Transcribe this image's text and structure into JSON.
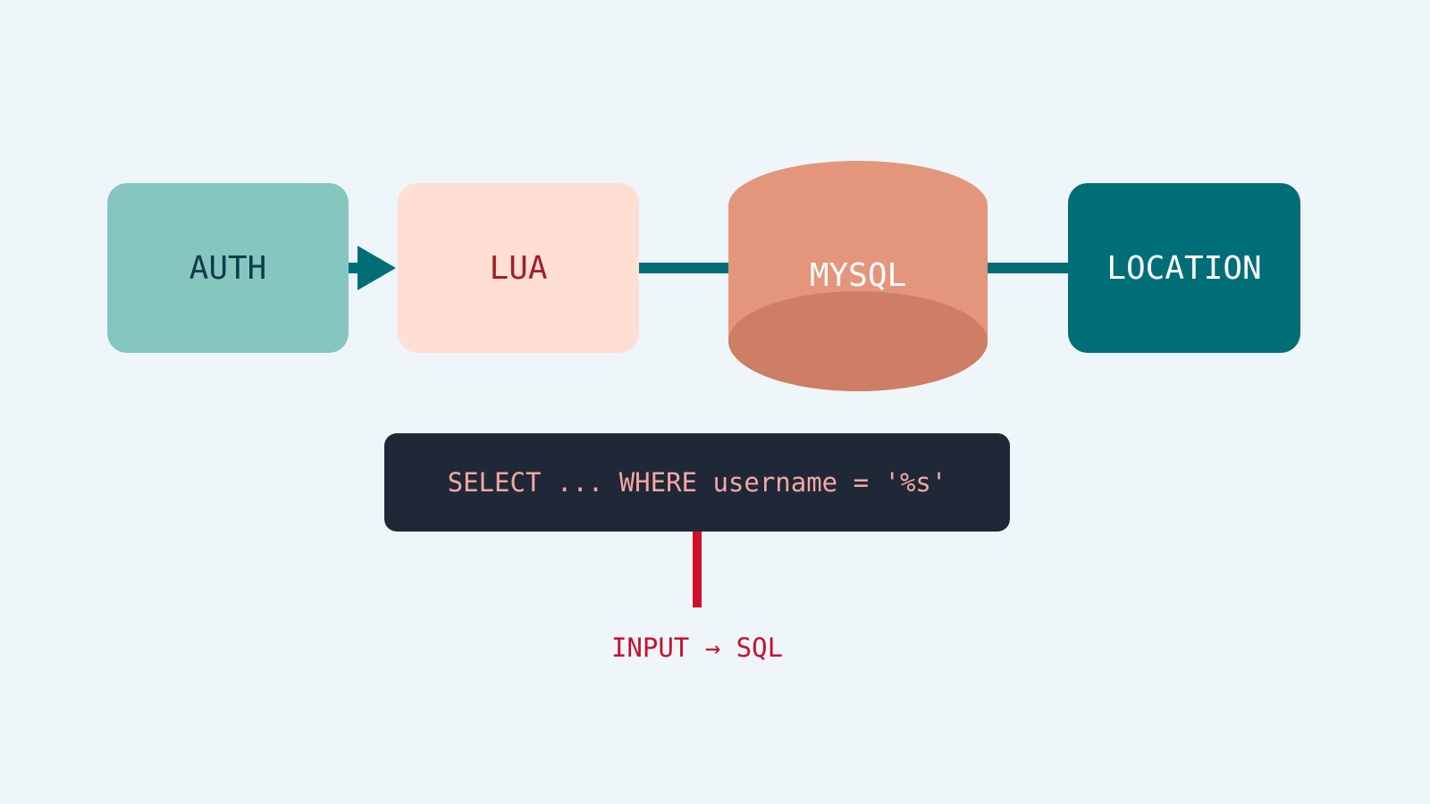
{
  "nodes": {
    "auth": "AUTH",
    "lua": "LUA",
    "mysql": "MYSQL",
    "location": "LOCATION"
  },
  "query": {
    "text": "SELECT ... WHERE username = '%s'"
  },
  "callout": {
    "text": "INPUT → SQL"
  },
  "colors": {
    "background": "#eef6f9",
    "auth_fill": "#85c7bf",
    "auth_text": "#0f3d4c",
    "lua_fill": "#ffdfd3",
    "lua_text": "#9e2128",
    "mysql_fill": "#e3967b",
    "mysql_base": "#cd7e65",
    "location_fill": "#006e77",
    "connector": "#006e77",
    "code_bg": "#1f2837",
    "code_text": "#f6a7a5",
    "injection": "#d0112b"
  }
}
